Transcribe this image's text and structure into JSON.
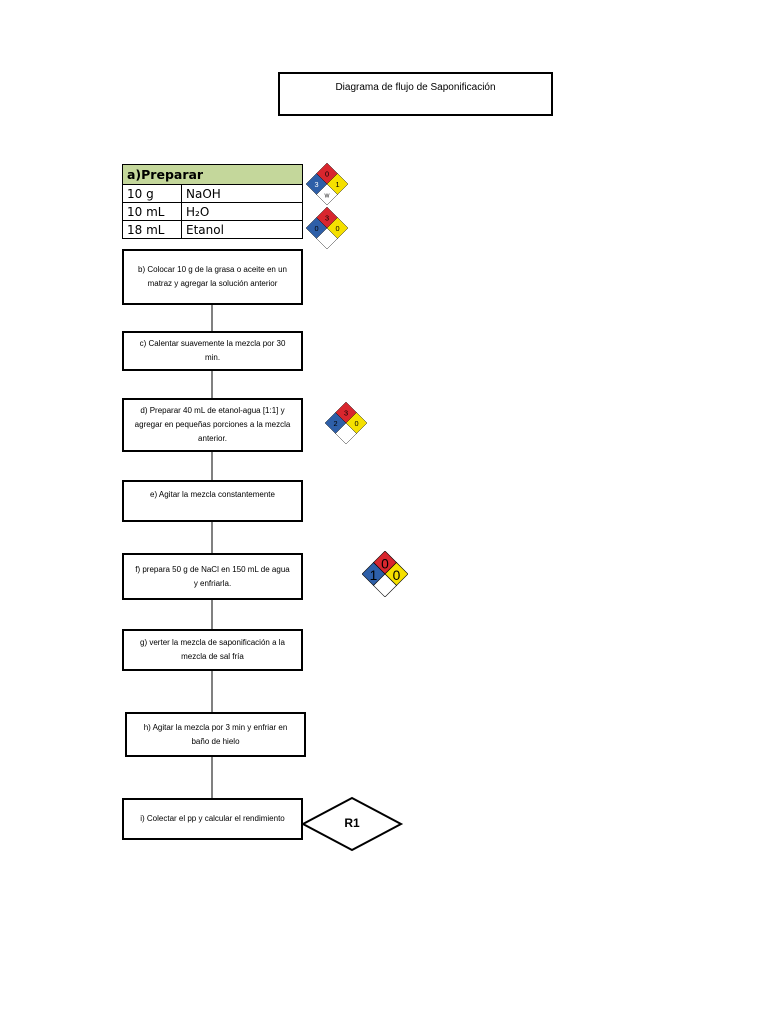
{
  "title": "Diagrama de flujo  de Saponificación",
  "prepare": {
    "header": "a)Preparar",
    "rows": [
      {
        "qty": "10 g",
        "reagent": "NaOH"
      },
      {
        "qty": "10 mL",
        "reagent": "H₂O"
      },
      {
        "qty": "18 mL",
        "reagent": "Etanol"
      }
    ]
  },
  "steps": {
    "b": "b) Colocar 10 g de la grasa o aceite en un matraz y agregar la solución anterior",
    "c": "c) Calentar suavemente la mezcla por 30 min.",
    "d": "d) Preparar 40 mL de etanol-agua [1:1] y agregar en pequeñas porciones a la mezcla anterior.",
    "e": "e) Agitar la mezcla constantemente",
    "f": "f) prepara 50 g de NaCl en 150 mL de agua y enfriarla.",
    "g": "g) verter la mezcla de saponificación a la mezcla de sal fría",
    "h": "h) Agitar la mezcla por 3 min y enfriar en baño de hielo",
    "i": "i) Colectar el pp y calcular el rendimiento"
  },
  "result_label": "R1",
  "nfpa": {
    "naoh": {
      "health": "3",
      "flammability": "0",
      "reactivity": "1",
      "special": "W"
    },
    "etanol_a": {
      "health": "0",
      "flammability": "3",
      "reactivity": "0",
      "special": ""
    },
    "etanol_b": {
      "health": "2",
      "flammability": "3",
      "reactivity": "0",
      "special": ""
    },
    "nacl": {
      "health": "1",
      "flammability": "0",
      "reactivity": "0",
      "special": ""
    }
  },
  "colors": {
    "table_header": "#c4d79b",
    "health": "#2e5fa8",
    "flammability": "#d8262e",
    "reactivity": "#f5e000",
    "special": "#ffffff"
  }
}
